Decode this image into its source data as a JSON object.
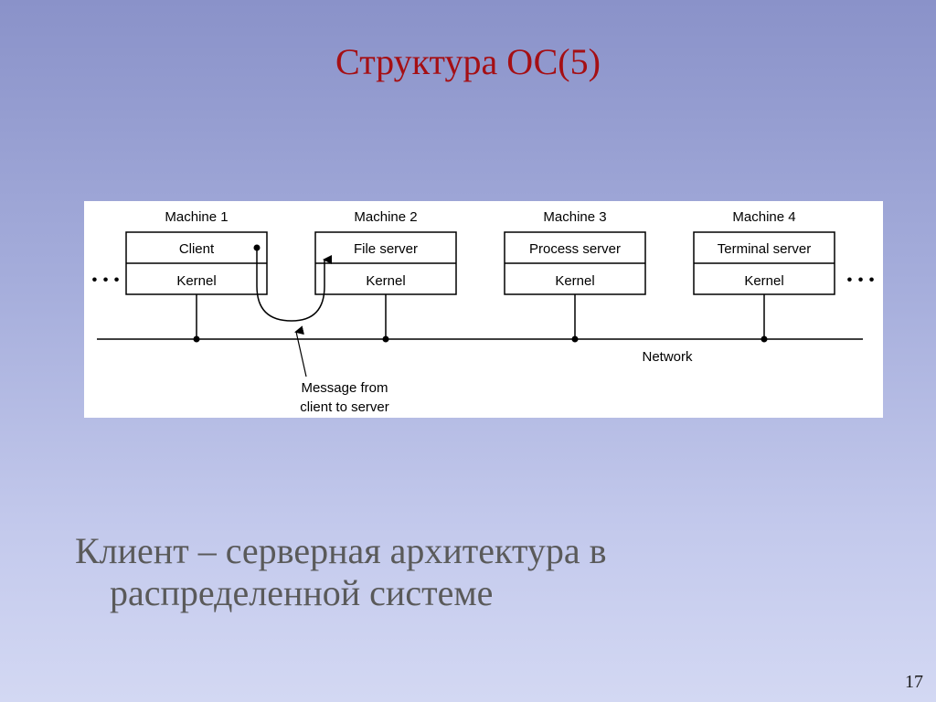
{
  "slide": {
    "title": "Структура ОС(5)",
    "caption_line1": "Клиент – серверная архитектура в",
    "caption_line2": "распределенной системе",
    "page_number": "17"
  },
  "diagram": {
    "machines": [
      {
        "label": "Machine 1",
        "process": "Client",
        "kernel": "Kernel"
      },
      {
        "label": "Machine 2",
        "process": "File server",
        "kernel": "Kernel"
      },
      {
        "label": "Machine 3",
        "process": "Process server",
        "kernel": "Kernel"
      },
      {
        "label": "Machine 4",
        "process": "Terminal server",
        "kernel": "Kernel"
      }
    ],
    "network_label": "Network",
    "message_line1": "Message from",
    "message_line2": "client to server",
    "ellipsis_left": "• • •",
    "ellipsis_right": "• • •"
  }
}
